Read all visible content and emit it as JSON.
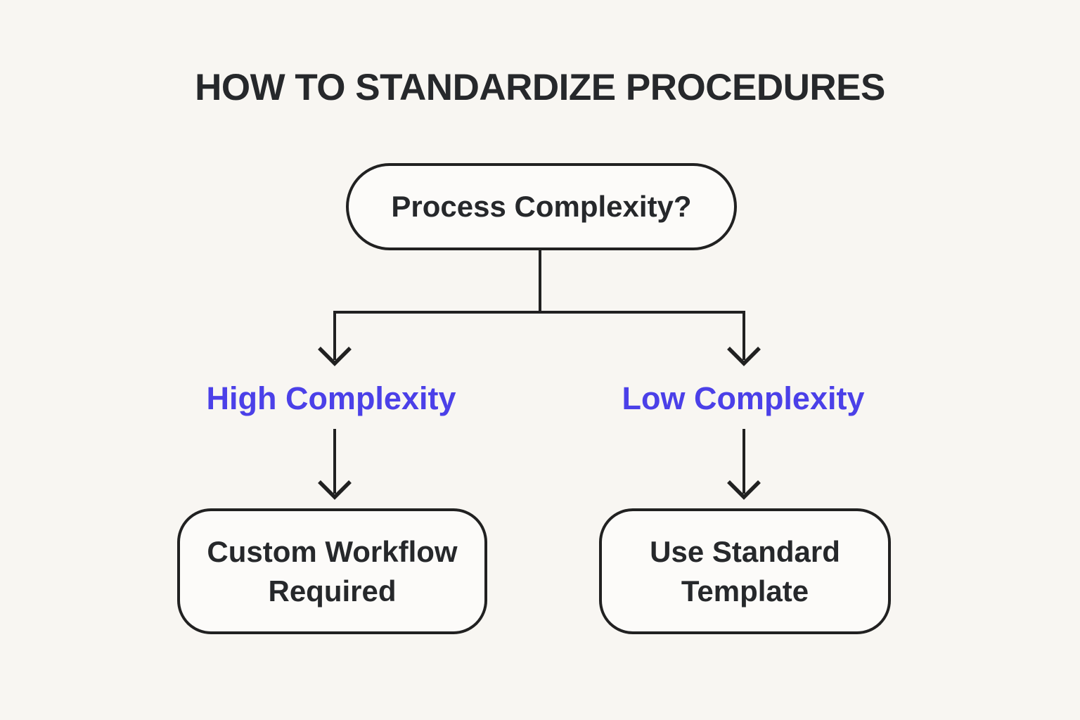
{
  "title": "HOW TO STANDARDIZE PROCEDURES",
  "colors": {
    "background": "#F8F6F2",
    "node_fill": "#FCFBF9",
    "line": "#212121",
    "text": "#26282B",
    "accent": "#4B40E8"
  },
  "diagram": {
    "root_label": "Process Complexity?",
    "left_branch": {
      "condition_label": "High Complexity",
      "result_line1": "Custom Workflow",
      "result_line2": "Required"
    },
    "right_branch": {
      "condition_label": "Low Complexity",
      "result_line1": "Use Standard",
      "result_line2": "Template"
    }
  }
}
